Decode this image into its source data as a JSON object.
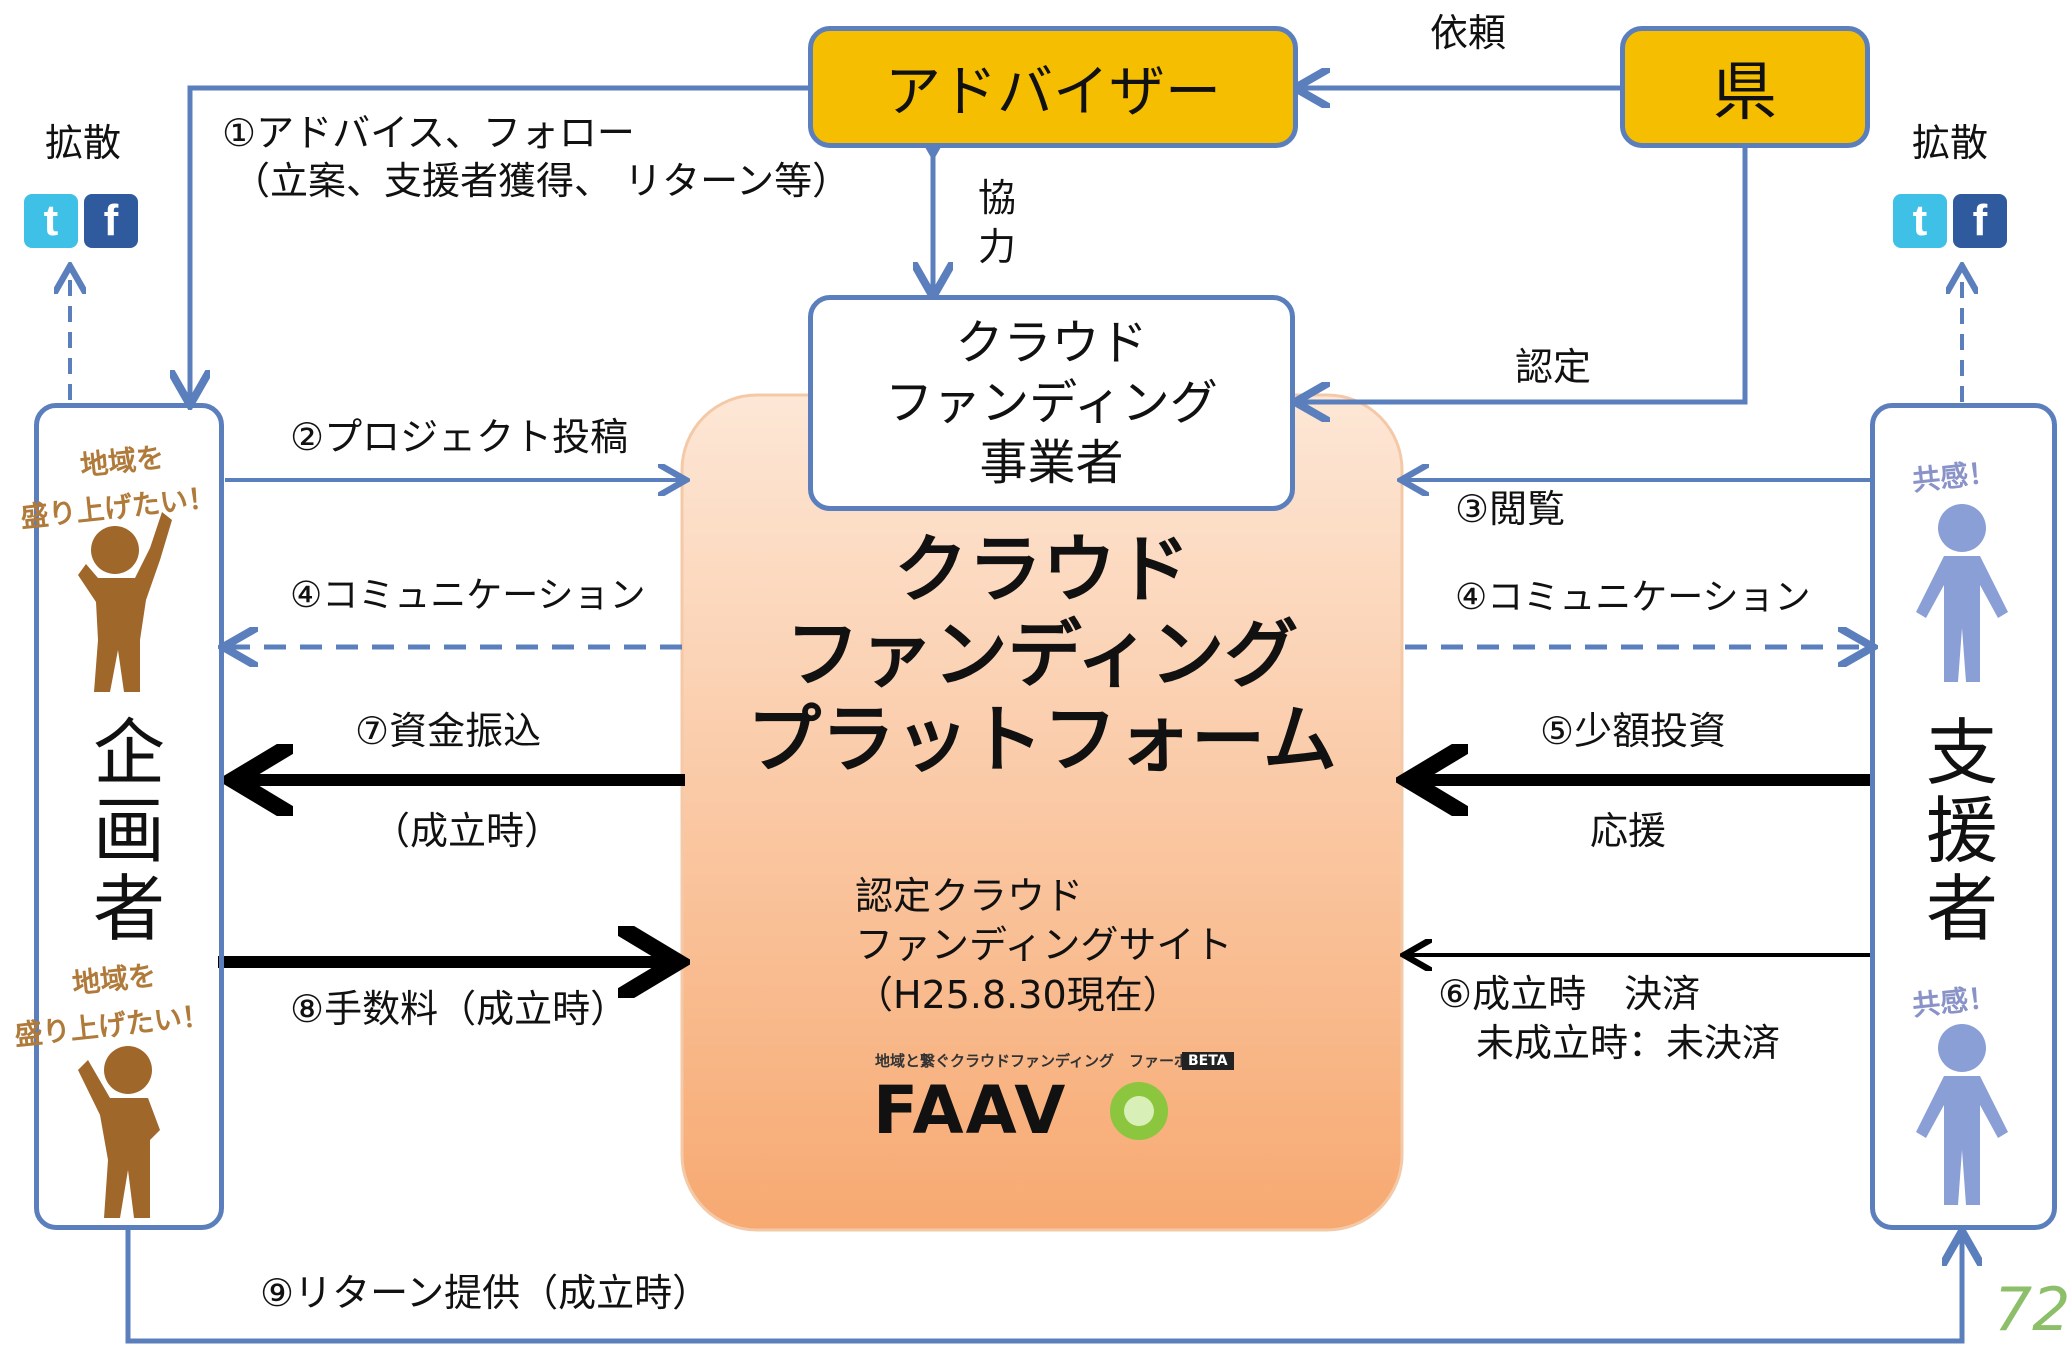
{
  "nodes": {
    "advisor": "アドバイザー",
    "prefecture": "県",
    "operator": [
      "クラウド",
      "ファンディング",
      "事業者"
    ],
    "platform": [
      "クラウド",
      "ファンディング",
      "プラットフォーム"
    ],
    "planner": [
      "企",
      "画",
      "者"
    ],
    "supporter": [
      "支",
      "援",
      "者"
    ]
  },
  "labels": {
    "request": "依頼",
    "cooperate": [
      "協",
      "力"
    ],
    "certify": "認定",
    "spread_left": "拡散",
    "spread_right": "拡散",
    "step1": "①アドバイス、フォロー",
    "step1_sub": "（立案、支援者獲得、 リターン等）",
    "step2": "②プロジェクト投稿",
    "step3": "③閲覧",
    "step4_left": "④コミュニケーション",
    "step4_right": "④コミュニケーション",
    "step5": "⑤少額投資",
    "step5_sub": "応援",
    "step6": "⑥成立時　決済",
    "step6_sub": "未成立時：未決済",
    "step7": "⑦資金振込",
    "step7_sub": "（成立時）",
    "step8": "⑧手数料（成立時）",
    "step9": "⑨リターン提供（成立時）"
  },
  "platform_site": {
    "caption": [
      "認定クラウド",
      "ファンディングサイト",
      "（H25.8.30現在）"
    ],
    "logo_tagline": "地域と繋ぐクラウドファンディング　ファーボ",
    "logo_badge": "BETA",
    "logo_text": "FAAV"
  },
  "figures": {
    "planner_stamp": [
      "地域を",
      "盛り上げたい！"
    ],
    "supporter_stamp": "共感！"
  },
  "sns": {
    "twitter": "t",
    "facebook": "f"
  },
  "page_number": "72",
  "colors": {
    "box_border": "#5b7fbd",
    "advisor_fill": "#f6be00",
    "platform_gradient_top": "#fde7d6",
    "platform_gradient_bottom": "#f7a971",
    "arrow_blue": "#5b7fbd",
    "arrow_black": "#000000",
    "planner_figure": "#a0672a",
    "supporter_figure": "#8a9fd6"
  }
}
